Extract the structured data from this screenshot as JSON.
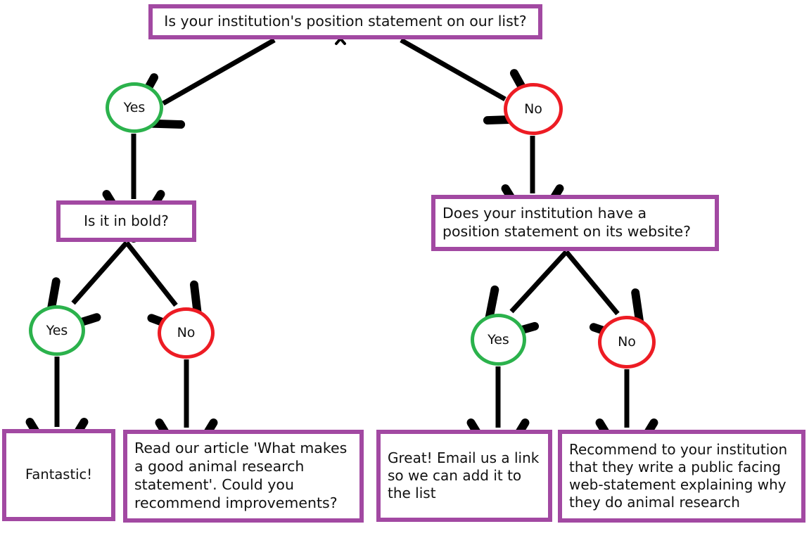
{
  "diagram": {
    "title": "Institution position statement decision flowchart",
    "colors": {
      "box_border": "#a249a2",
      "yes_circle": "#2bb24c",
      "no_circle": "#ed1c24",
      "edge": "#000000",
      "background": "#ffffff",
      "text": "#111111"
    },
    "nodes": {
      "root_question": "Is your institution's position statement on our list?",
      "root_yes": "Yes",
      "root_no": "No",
      "bold_question": "Is it in bold?",
      "website_question": "Does your institution have a\nposition statement on its website?",
      "bold_yes": "Yes",
      "bold_no": "No",
      "website_yes": "Yes",
      "website_no": "No",
      "outcome_fantastic": "Fantastic!",
      "outcome_read_article": "Read our article 'What makes a good animal research statement'. Could you recommend improvements?",
      "outcome_great_email": "Great! Email us a link so we can add it to the list",
      "outcome_recommend": "Recommend to your institution that they write a public facing web-statement explaining why they do animal research"
    },
    "edges": [
      {
        "from": "root_question",
        "to": "root_yes",
        "label": ""
      },
      {
        "from": "root_question",
        "to": "root_no",
        "label": ""
      },
      {
        "from": "root_yes",
        "to": "bold_question",
        "label": ""
      },
      {
        "from": "root_no",
        "to": "website_question",
        "label": ""
      },
      {
        "from": "bold_question",
        "to": "bold_yes",
        "label": ""
      },
      {
        "from": "bold_question",
        "to": "bold_no",
        "label": ""
      },
      {
        "from": "website_question",
        "to": "website_yes",
        "label": ""
      },
      {
        "from": "website_question",
        "to": "website_no",
        "label": ""
      },
      {
        "from": "bold_yes",
        "to": "outcome_fantastic",
        "label": ""
      },
      {
        "from": "bold_no",
        "to": "outcome_read_article",
        "label": ""
      },
      {
        "from": "website_yes",
        "to": "outcome_great_email",
        "label": ""
      },
      {
        "from": "website_no",
        "to": "outcome_recommend",
        "label": ""
      }
    ]
  }
}
